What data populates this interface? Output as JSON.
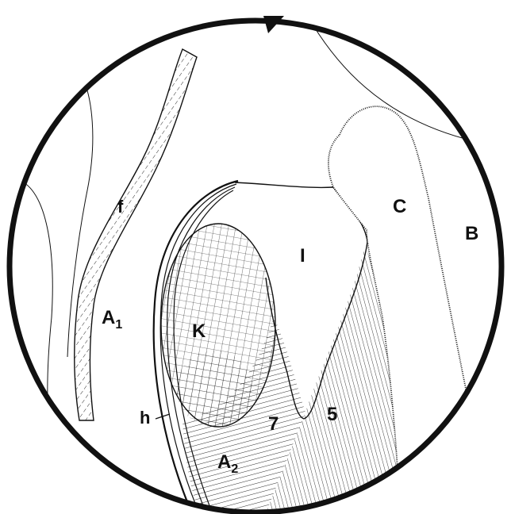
{
  "labels": {
    "f": "f",
    "A1_main": "A",
    "A1_sub": "1",
    "K": "K",
    "h": "h",
    "I": "I",
    "C": "C",
    "B": "B",
    "n5": "5",
    "n7": "7",
    "A2_main": "A",
    "A2_sub": "2"
  },
  "colors": {
    "ink": "#111111",
    "paper": "#ffffff"
  }
}
